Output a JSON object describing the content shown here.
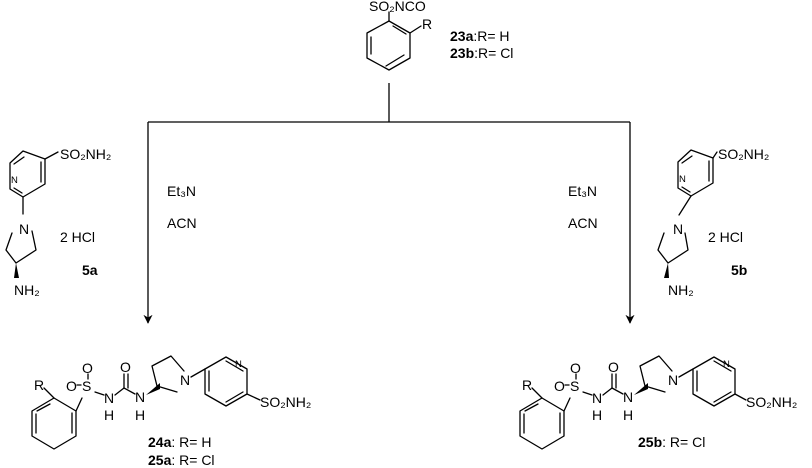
{
  "reagent": {
    "group": "SO₂NCO",
    "substituent": "R",
    "variant_a": {
      "id": "23a",
      "text": ":R= H"
    },
    "variant_b": {
      "id": "23b",
      "text": ":R= Cl"
    }
  },
  "amine_a": {
    "sulfonamide": "SO₂NH₂",
    "ring_n": "N",
    "pyrrolidine_n": "N",
    "amine": "NH₂",
    "salt": "2 HCl",
    "id": "5a"
  },
  "amine_b": {
    "sulfonamide": "SO₂NH₂",
    "ring_n": "N",
    "pyrrolidine_n": "N",
    "amine": "NH₂",
    "salt": "2 HCl",
    "id": "5b"
  },
  "conditions_left": {
    "base": "Et₃N",
    "solvent": "ACN"
  },
  "conditions_right": {
    "base": "Et₃N",
    "solvent": "ACN"
  },
  "product_a": {
    "r": "R",
    "o_top": "O",
    "s": "S",
    "o_left": "O",
    "nh_1": "N",
    "h_1": "H",
    "o_carbonyl": "O",
    "nh_2": "N",
    "h_2": "H",
    "pyrrolidine_n": "N",
    "pyridine_n": "N",
    "sulfonamide": "SO₂NH₂",
    "label_1_id": "24a",
    "label_1_text": ": R= H",
    "label_2_id": "25a",
    "label_2_text": ": R= Cl"
  },
  "product_b": {
    "r": "R",
    "o_top": "O",
    "s": "S",
    "o_left": "O",
    "nh_1": "N",
    "h_1": "H",
    "o_carbonyl": "O",
    "nh_2": "N",
    "h_2": "H",
    "pyrrolidine_n": "N",
    "pyridine_n": "N",
    "sulfonamide": "SO₂NH₂",
    "label_1_id": "25b",
    "label_1_text": ": R= Cl"
  }
}
